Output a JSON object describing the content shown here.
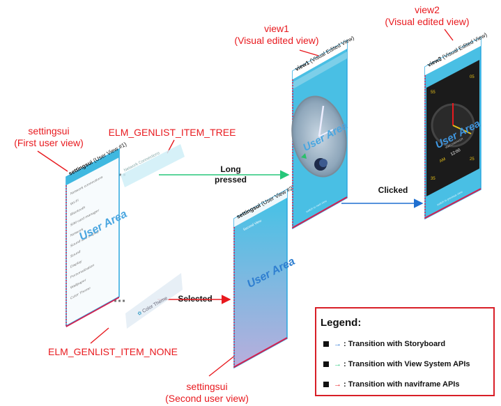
{
  "labels": {
    "first_view": [
      "settingsui",
      "(First user view)"
    ],
    "second_view": [
      "settingsui",
      "(Second user view)"
    ],
    "view1": [
      "view1",
      "(Visual edited view)"
    ],
    "view2": [
      "view2",
      "(Visual edited view)"
    ],
    "tree_item": "ELM_GENLIST_ITEM_TREE",
    "none_item": "ELM_GENLIST_ITEM_NONE"
  },
  "transitions": {
    "long_pressed": [
      "Long",
      "pressed"
    ],
    "clicked": "Clicked",
    "selected": "Selected"
  },
  "panels": {
    "first": {
      "header_app": "settingsui",
      "header_view": "(User View #1)",
      "user_area": "User Area",
      "list_items": [
        "Network connections",
        "Wi-Fi",
        "Bluetooth",
        "SIM card manager",
        "Network",
        "Sound and display",
        "Sound",
        "Display",
        "Personalization",
        "Wallpaper",
        "Color Theme"
      ]
    },
    "second": {
      "header_app": "settingsui",
      "header_view": "(User View #2)",
      "subtitle": "Second View",
      "user_area": "User Area"
    },
    "view1": {
      "header_app": "view1",
      "header_view": "(Visual Edited View)",
      "user_area": "User Area",
      "footer": "switch to next view"
    },
    "view2": {
      "header_app": "view2",
      "header_view": "(Visual Edited View)",
      "user_area": "User Area",
      "clock_time": "12:00",
      "clock_ampm": "AM",
      "clock_brand": "WATCHMAKER",
      "footer": "switch to previous view"
    }
  },
  "floating_items": {
    "tree": "Network Connections",
    "none": "Color Theme"
  },
  "legend": {
    "title": "Legend:",
    "rows": [
      {
        "arrow": "→",
        "text": ": Transition with Storyboard",
        "color": "#1f6fd0"
      },
      {
        "arrow": "→",
        "text": ": Transition with View System APIs",
        "color": "#26c77a"
      },
      {
        "arrow": "→",
        "text": ": Transition with naviframe APIs",
        "color": "#e8191e"
      }
    ]
  },
  "colors": {
    "red": "#e8191e",
    "blue": "#1f6fd0",
    "green": "#26c77a",
    "panel_blue_top": "#3fb8e0",
    "panel_border_blue": "#2aa7df",
    "panel_border_red": "#d81e4d"
  }
}
